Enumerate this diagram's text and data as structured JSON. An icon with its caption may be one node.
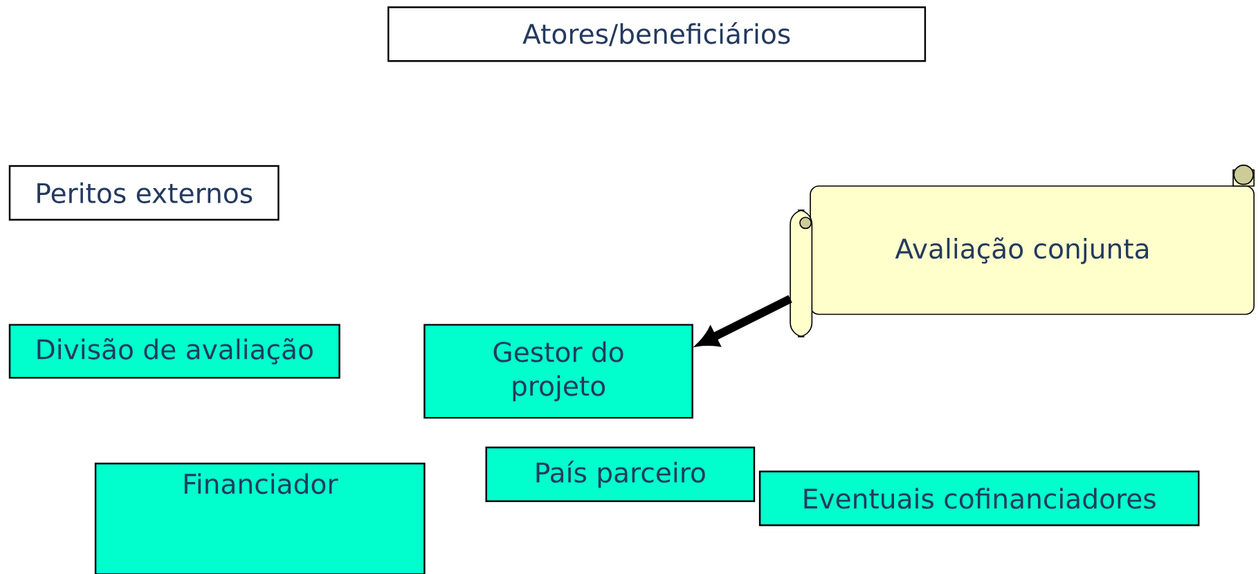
{
  "diagram": {
    "nodes": [
      {
        "text": [
          "Atores/beneficiários"
        ]
      },
      {
        "text": [
          "Peritos externos"
        ]
      },
      {
        "text": [
          "Avaliação conjunta"
        ]
      },
      {
        "text": [
          "Divisão de avaliação"
        ]
      },
      {
        "text": [
          "Gestor do projeto"
        ]
      },
      {
        "text": [
          "Financiador"
        ]
      },
      {
        "text": [
          "País parceiro"
        ]
      },
      {
        "text": [
          "Eventuais cofinanciadores"
        ]
      }
    ],
    "edges": [
      {
        "from": 2,
        "to": 4,
        "arrow": "to"
      }
    ]
  }
}
